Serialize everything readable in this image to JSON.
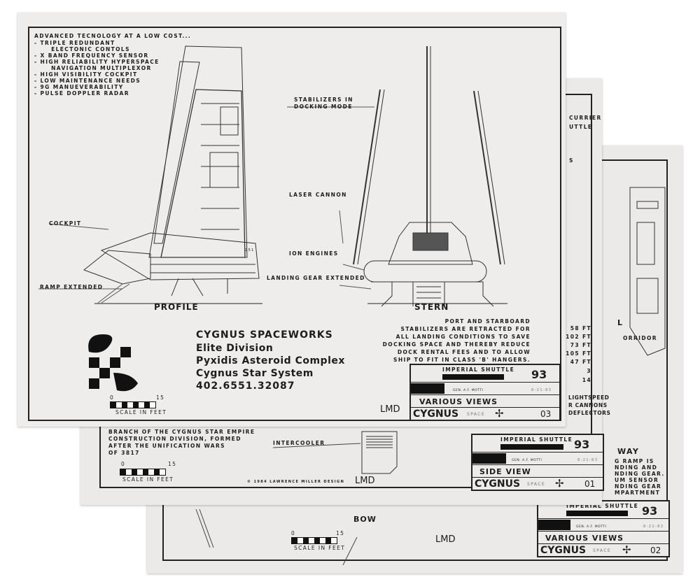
{
  "sheet_front": {
    "features_heading": "ADVANCED TECNOLOGY AT A LOW COST...",
    "features": [
      "- TRIPLE REDUNDANT",
      "      ELECTONIC CONTOLS",
      "- X BAND FREQUENCY SENSOR",
      "- HIGH RELIABILITY HYPERSPACE",
      "      NAVIGATION MULTIPLEXOR",
      "- HIGH VISIBILITY COCKPIT",
      "- LOW MAINTENANCE NEEDS",
      "- 9G MANUEVERABILITY",
      "- PULSE DOPPLER RADAR"
    ],
    "callouts": {
      "cockpit": "COCKPIT",
      "ramp": "RAMP EXTENDED",
      "stabilizers": "STABILIZERS IN\nDOCKING MODE",
      "laser": "LASER CANNON",
      "ion": "ION ENGINES",
      "gear": "LANDING GEAR EXTENDED",
      "hull_number": "251"
    },
    "view_labels": {
      "profile": "PROFILE",
      "stern": "STERN"
    },
    "company": {
      "name": "CYGNUS SPACEWORKS",
      "division": "Elite Division",
      "complex": "Pyxidis Asteroid Complex",
      "system": "Cygnus Star System",
      "code": "402.6551.32087"
    },
    "note": [
      "PORT AND STARBOARD",
      "STABILIZERS ARE RETRACTED FOR",
      "ALL LANDING CONDITIONS TO SAVE",
      "DOCKING SPACE AND THEREBY REDUCE",
      "DOCK RENTAL FEES AND TO ALLOW",
      "SHIP TO FIT IN CLASS 'B' HANGERS."
    ],
    "scale": {
      "min": "0",
      "max": "15",
      "label": "SCALE IN FEET"
    },
    "designer_mark": "LMD",
    "title_block": {
      "project": "IMPERIAL SHUTTLE",
      "number": "93",
      "approver": "GEN. A.F. MOTTI",
      "date": "8-21-83",
      "view": "VARIOUS VIEWS",
      "brand": "CYGNUS",
      "brand_sub": "SPACE",
      "sheet": "03"
    }
  },
  "sheet_middle": {
    "partial_top": [
      "CURRIER",
      "UTTLE",
      "S"
    ],
    "specs": [
      "58 FT",
      "102 FT",
      "73 FT",
      "105 FT",
      "47 FT",
      "3",
      "14"
    ],
    "partial_features": [
      "LIGHTSPEED",
      "R CANNONS",
      "DEFLECTORS"
    ],
    "history": [
      "BRANCH OF THE CYGNUS STAR EMPIRE",
      "CONSTRUCTION DIVISION, FORMED",
      "AFTER THE UNIFICATION WARS",
      "OF 3817"
    ],
    "intercooler": "INTERCOOLER",
    "scale": {
      "min": "0",
      "max": "15",
      "label": "SCALE IN FEET"
    },
    "copyright": "©  1984 LAWRENCE MILLER DESIGN",
    "designer_mark": "LMD",
    "title_block": {
      "project": "IMPERIAL SHUTTLE",
      "number": "93",
      "approver": "GEN. A.F. MOTTI",
      "date": "8-21-83",
      "view": "SIDE VIEW",
      "brand": "CYGNUS",
      "brand_sub": "SPACE",
      "sheet": "01"
    }
  },
  "sheet_back": {
    "partial_heading_l": "L",
    "partial_corridor": "ORRIDOR",
    "partial_way": "WAY",
    "partial_note": [
      "G RAMP IS",
      "NDING AND",
      "NDING GEAR.",
      "UM SENSOR",
      "NDING GEAR",
      "MPARTMENT"
    ],
    "view_label": "BOW",
    "scale": {
      "min": "0",
      "max": "15",
      "label": "SCALE IN FEET"
    },
    "designer_mark": "LMD",
    "title_block": {
      "project": "IMPERIAL SHUTTLE",
      "number": "93",
      "approver": "GEN. A.F. MOTTI",
      "date": "8-21-83",
      "view": "VARIOUS VIEWS",
      "brand": "CYGNUS",
      "brand_sub": "SPACE",
      "sheet": "02"
    }
  }
}
